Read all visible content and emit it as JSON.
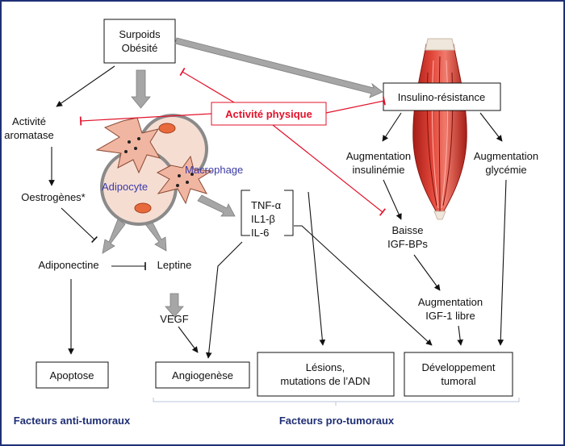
{
  "nodes": {
    "surpoids": "Surpoids",
    "obesite": "Obésité",
    "insulino": "Insulino-résistance",
    "activite_physique": "Activité physique",
    "activite_aromatase_1": "Activité",
    "activite_aromatase_2": "aromatase",
    "oestrogenes": "Oestrogènes*",
    "adiponectine": "Adiponectine",
    "leptine": "Leptine",
    "vegf": "VEGF",
    "apoptose": "Apoptose",
    "angiogenese": "Angiogenèse",
    "lesions_1": "Lésions,",
    "lesions_2": "mutations de l’ADN",
    "developpement_1": "Développement",
    "developpement_2": "tumoral",
    "aug_insulinemie_1": "Augmentation",
    "aug_insulinemie_2": "insulinémie",
    "aug_glycemie_1": "Augmentation",
    "aug_glycemie_2": "glycémie",
    "baisse_igfbp_1": "Baisse",
    "baisse_igfbp_2": "IGF-BPs",
    "aug_igf1_1": "Augmentation",
    "aug_igf1_2": "IGF-1 libre",
    "tnf": "TNF-α",
    "il1": "IL1-β",
    "il6": "IL-6"
  },
  "cells": {
    "adipocyte": "Adipocyte",
    "macrophage": "Macrophage"
  },
  "footer": {
    "anti": "Facteurs anti-tumoraux",
    "pro": "Facteurs pro-tumoraux"
  },
  "colors": {
    "frame": "#1f2f74",
    "red": "#e3122b",
    "blue_text": "#3a3aa8",
    "gray_arrow": "#9a9a9a",
    "cell_fill": "#f3d3c6",
    "muscle": "#d9362b"
  }
}
